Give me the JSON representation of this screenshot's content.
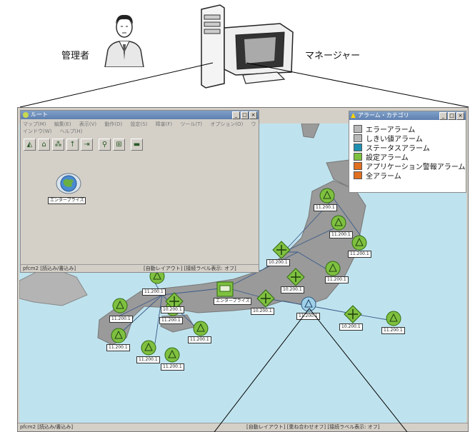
{
  "header": {
    "admin_label": "管理者",
    "manager_label": "マネージャー"
  },
  "map_window": {
    "title": "ルート",
    "menu": [
      "マップ(M)",
      "編集(E)",
      "表示(V)",
      "動作(D)",
      "設定(S)",
      "障害(F)",
      "ツール(T)",
      "オプション(O)",
      "ウインドウ(W)",
      "ヘルプ(H)"
    ],
    "toolbar_icons": [
      "map-icon",
      "home-icon",
      "topology-icon",
      "up-icon",
      "route-icon",
      "zoom-icon",
      "network-icon",
      "hub-icon"
    ],
    "root_node_label": "エンタープライズ",
    "status_left": "pfcm2 [読込み/書込み]",
    "status_right": "[自動レイアウト] [接続ラベル表示: オフ]"
  },
  "main_status": {
    "left": "pfcm2 [読込み/書込み]",
    "right": "[自動レイアウト] [重ね合わせオフ] [接続ラベル表示: オフ]"
  },
  "alarm_window": {
    "title": "アラーム・カテゴリ",
    "items": [
      {
        "label": "エラーアラーム",
        "color": "#b8b8b8"
      },
      {
        "label": "しきい値アラーム",
        "color": "#b8b8b8"
      },
      {
        "label": "ステータスアラーム",
        "color": "#1f8fb0"
      },
      {
        "label": "設定アラーム",
        "color": "#7fc040"
      },
      {
        "label": "アプリケーション警報アラーム",
        "color": "#e07020"
      },
      {
        "label": "全アラーム",
        "color": "#e07020"
      }
    ]
  },
  "node_labels": {
    "n1": "11.200.1",
    "n2": "11.200.1",
    "n3": "11.200.1",
    "n4": "11.200.1",
    "n5": "11.200.1",
    "n6": "11.200.1",
    "n7": "11.200.1",
    "n8": "11.200.1",
    "n9": "11.200.1",
    "n10": "11.200.1",
    "n11": "11.200.1",
    "n12": "11.200.1",
    "n13": "11.200.1",
    "r1": "10.200.1",
    "r2": "10.200.1",
    "r3": "10.200.1",
    "r4": "10.200.1",
    "r5": "10.200.1",
    "hub": "エンタープライズ"
  }
}
